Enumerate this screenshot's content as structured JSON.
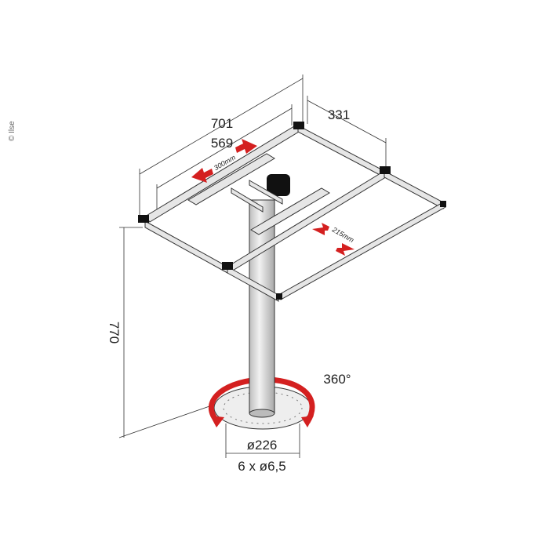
{
  "copyright": "© Ilse",
  "dimensions": {
    "overall_length": "701",
    "inner_length": "569",
    "depth": "331",
    "height": "770",
    "rotation": "360°",
    "base_diameter": "ø226",
    "holes": "6 x ø6,5",
    "slide_x": "300mm",
    "slide_y": "215mm"
  },
  "colors": {
    "arrow": "#d42020",
    "frame": "#e6e6e6",
    "outline": "#333333",
    "pole": "#d8d8d8"
  }
}
